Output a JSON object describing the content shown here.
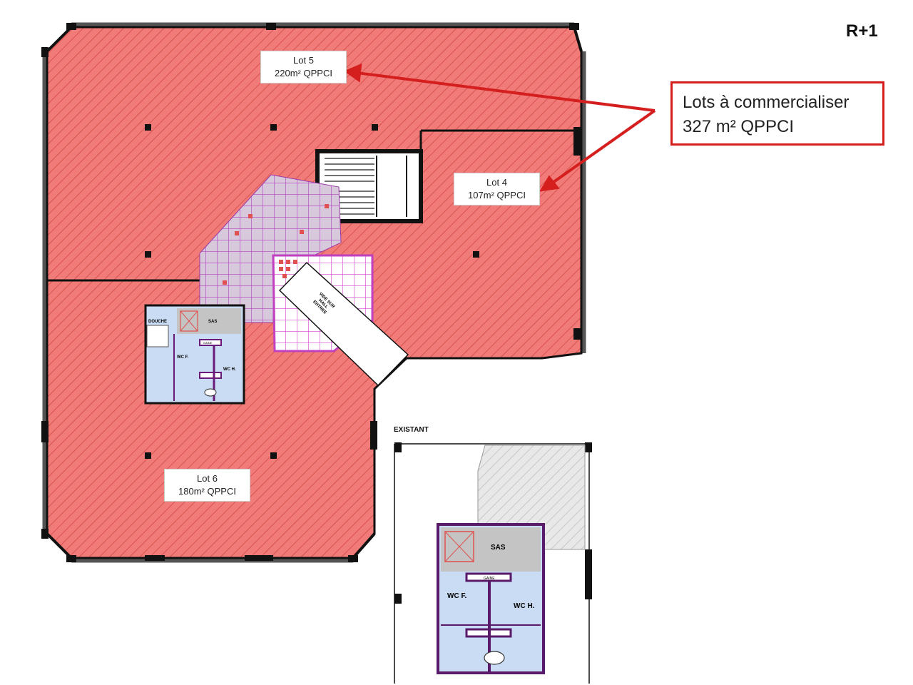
{
  "floor_label": "R+1",
  "callout": {
    "line1": "Lots à commercialiser",
    "line2": "327 m² QPPCI",
    "color": "#d51f1f"
  },
  "lots": [
    {
      "name": "Lot 5",
      "area": "220m² QPPCI"
    },
    {
      "name": "Lot 4",
      "area": "107m² QPPCI"
    },
    {
      "name": "Lot 6",
      "area": "180m² QPPCI"
    }
  ],
  "plan_labels": {
    "void": [
      "VIDE SUR",
      "HALL",
      "ENTREE"
    ],
    "sas": "SAS",
    "douche": "DOUCHE",
    "wc_f": "WC F.",
    "wc_h": "WC H.",
    "gaine": "GAINE"
  },
  "existant": {
    "title": "EXISTANT",
    "sas": "SAS",
    "wc_f": "WC F.",
    "wc_h": "WC H.",
    "gaine": "GAINE"
  },
  "colors": {
    "lot_fill": "#f07b78",
    "hatch": "#d9534f",
    "circulation": "#cc44cc",
    "sanitary": "#c9dcf3",
    "sas_fill": "#c4c4c4",
    "wall": "#111111"
  }
}
